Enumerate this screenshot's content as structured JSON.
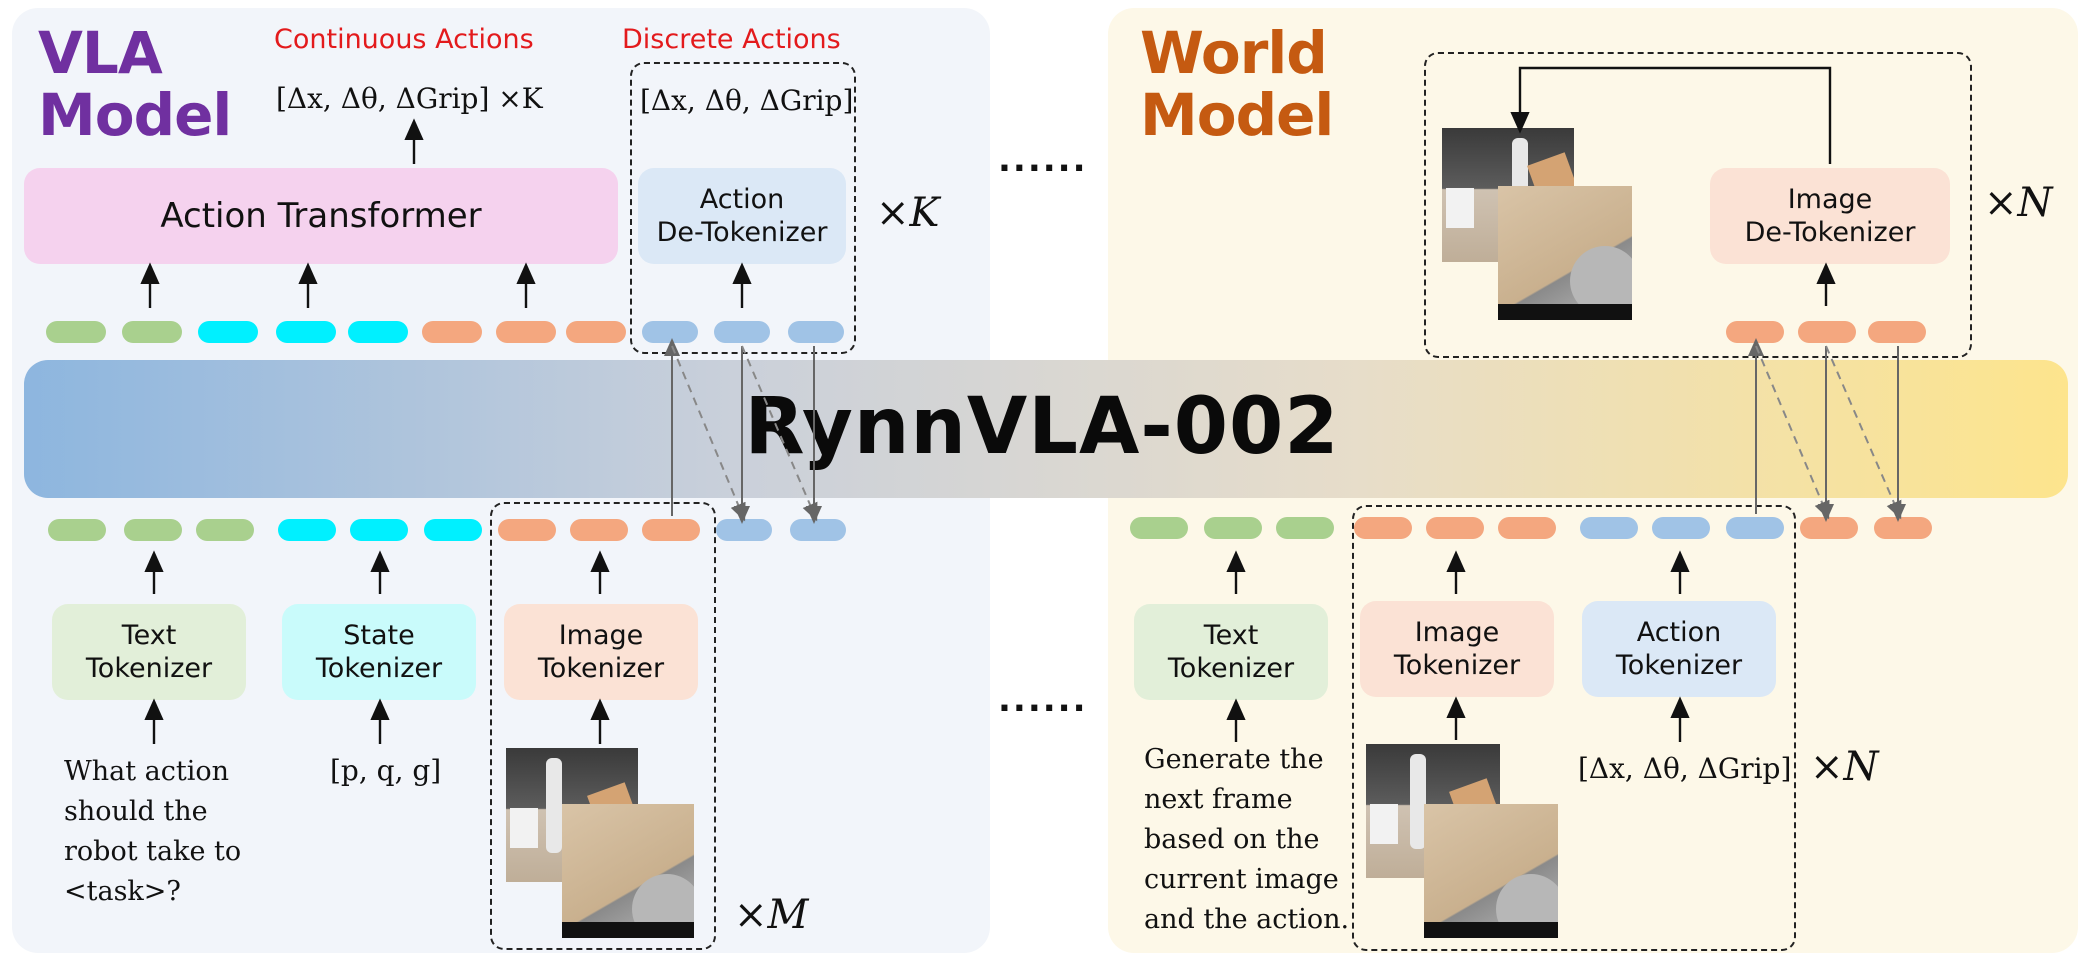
{
  "vla": {
    "title": "VLA\nModel",
    "continuous_label": "Continuous Actions",
    "discrete_label": "Discrete Actions",
    "continuous_output": "[Δx, Δθ, ΔGrip] ×K",
    "discrete_output": "[Δx, Δθ, ΔGrip]",
    "action_transformer": "Action Transformer",
    "action_detokenizer": "Action\nDe-Tokenizer",
    "repeat_k": "×K",
    "repeat_m": "×M",
    "text_tokenizer": "Text\nTokenizer",
    "state_tokenizer": "State\nTokenizer",
    "image_tokenizer": "Image\nTokenizer",
    "prompt": "What action\nshould the\nrobot take to\n<task>?",
    "state_input": "[p, q, g]"
  },
  "world": {
    "title": "World\nModel",
    "image_detokenizer": "Image\nDe-Tokenizer",
    "repeat_n_top": "×N",
    "repeat_n_bottom": "×N",
    "text_tokenizer": "Text\nTokenizer",
    "image_tokenizer": "Image\nTokenizer",
    "action_tokenizer": "Action\nTokenizer",
    "prompt": "Generate the\nnext frame\nbased on the\ncurrent image\nand the action.",
    "action_input": "[Δx, Δθ, ΔGrip]"
  },
  "center": {
    "banner": "RynnVLA-002",
    "ellipsis_top": "......",
    "ellipsis_bottom": "......"
  },
  "colors": {
    "vla_title": "#7030a0",
    "world_title": "#c55a11",
    "red_label": "#e31a1c",
    "vla_panel": "#f2f5fa",
    "world_panel": "#fdf8e8",
    "banner_left": "#8ab4de",
    "banner_right": "#fde48a",
    "green_token": "#a9d08e",
    "cyan_token": "#00f0ff",
    "orange_token": "#f4a77f",
    "blue_token": "#a0c3e6"
  },
  "icons": [
    "robot-scene-image",
    "arrow-up-icon",
    "dashed-arrow-icon",
    "loop-arrow-icon"
  ]
}
